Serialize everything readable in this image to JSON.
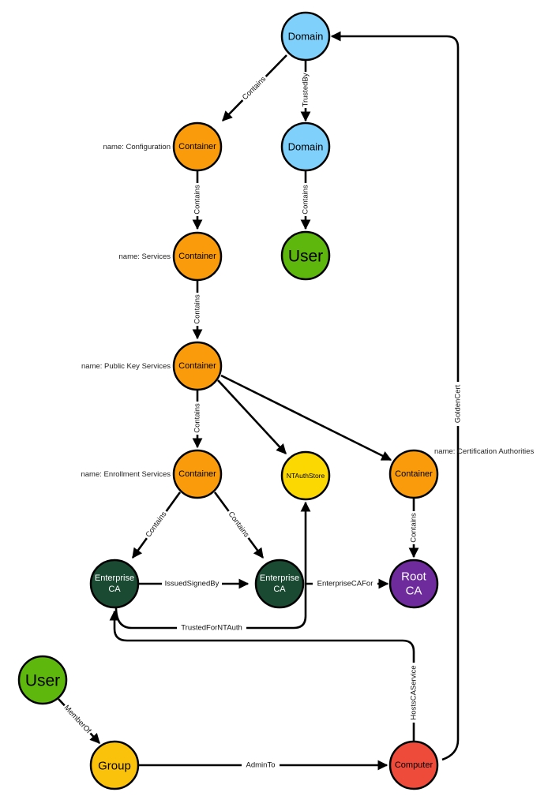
{
  "colors": {
    "domain": "#7fd0fb",
    "container": "#f99b0b",
    "user": "#5db70c",
    "ntauthstore": "#fbd801",
    "enterprise_ca": "#1b4a33",
    "root_ca": "#6e2b9c",
    "group": "#fbc20b",
    "computer": "#ee4b3b"
  },
  "nodes": {
    "domain_top": {
      "label": "Domain"
    },
    "domain_trusted": {
      "label": "Domain"
    },
    "user_trusted": {
      "label": "User"
    },
    "container_config": {
      "label": "Container",
      "name": "name: Configuration"
    },
    "container_services": {
      "label": "Container",
      "name": "name: Services"
    },
    "container_pks": {
      "label": "Container",
      "name": "name: Public Key Services"
    },
    "container_enroll": {
      "label": "Container",
      "name": "name: Enrollment Services"
    },
    "ntauthstore": {
      "label": "NTAuthStore"
    },
    "container_certauth": {
      "label": "Container",
      "name": "name: Certification Authorities"
    },
    "ent_ca_left": {
      "line1": "Enterprise",
      "line2": "CA"
    },
    "ent_ca_right": {
      "line1": "Enterprise",
      "line2": "CA"
    },
    "root_ca": {
      "line1": "Root",
      "line2": "CA"
    },
    "user_bottom": {
      "label": "User"
    },
    "group": {
      "label": "Group"
    },
    "computer": {
      "label": "Computer"
    }
  },
  "edges": {
    "contains_domain_config": "Contains",
    "trustedby": "TrustedBy",
    "contains_domain_user": "Contains",
    "contains_config_services": "Contains",
    "contains_services_pks": "Contains",
    "contains_pks_enroll": "Contains",
    "contains_enroll_left": "Contains",
    "contains_enroll_right": "Contains",
    "contains_certauth_root": "Contains",
    "issuedsignedby": "IssuedSignedBy",
    "enterprisecafor": "EnterpriseCAFor",
    "trustedforntauth": "TrustedForNTAuth",
    "hostscaservice": "HostsCAService",
    "goldencert": "GoldenCert",
    "memberof": "MemberOf",
    "adminto": "AdminTo"
  }
}
